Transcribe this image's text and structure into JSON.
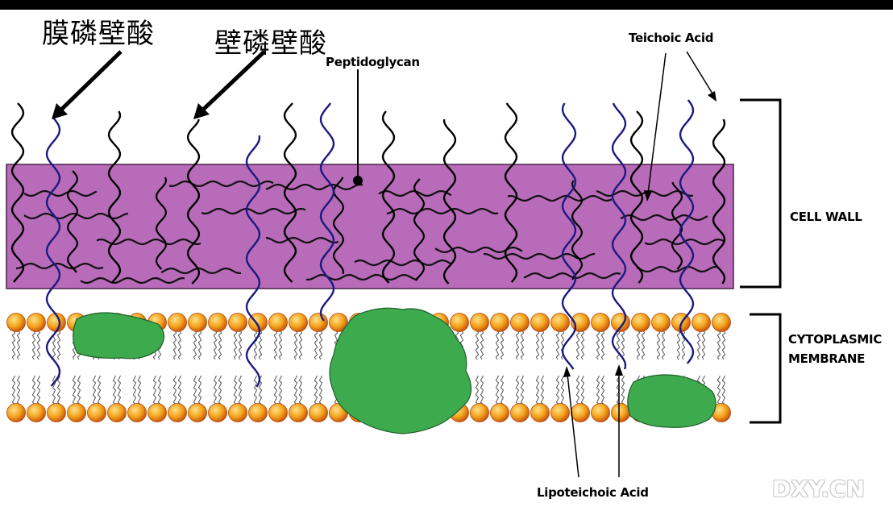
{
  "labels": {
    "membrane_teichoic_cn": "膜磷壁酸",
    "wall_teichoic_cn": "壁磷壁酸",
    "peptidoglycan": "Peptidoglycan",
    "teichoic_acid": "Teichoic Acid",
    "cell_wall": "CELL WALL",
    "cytoplasmic_line1": "CYTOPLASMIC",
    "cytoplasmic_line2": "MEMBRANE",
    "lipoteichoic_acid": "Lipoteichoic Acid",
    "watermark": "DXY.CN"
  },
  "colors": {
    "top_bar": "#000000",
    "cell_wall_fill": "#b86bb8",
    "cell_wall_outline": "#5a2a5a",
    "teichoic_black": "#000000",
    "lipoteichoic_blue": "#1a1a80",
    "phospholipid_head": "#f3a31b",
    "phospholipid_head_dark": "#d2540e",
    "protein_green": "#3daa4e",
    "protein_outline": "#1f5f2a"
  }
}
